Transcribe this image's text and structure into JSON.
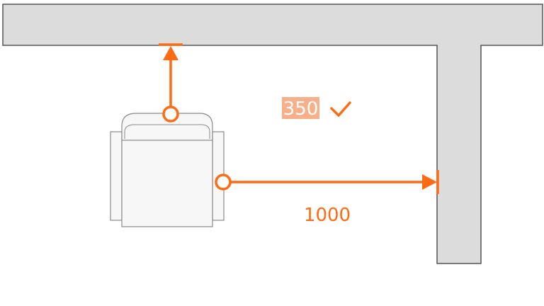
{
  "dimensions": {
    "top_clearance": {
      "value": "350",
      "state": "editing",
      "confirm_icon": "check-icon"
    },
    "side_clearance": {
      "value": "1000"
    }
  },
  "objects": {
    "armchair": {
      "icon": "armchair-icon"
    }
  },
  "colors": {
    "accent": "#ff6a13",
    "accent_highlight": "#f7b08a",
    "wall_fill": "#dcdcdc",
    "wall_stroke": "#555555",
    "furniture_fill": "#f7f7f7",
    "furniture_stroke": "#8a8a8a",
    "label_on_highlight": "#ffffff"
  }
}
